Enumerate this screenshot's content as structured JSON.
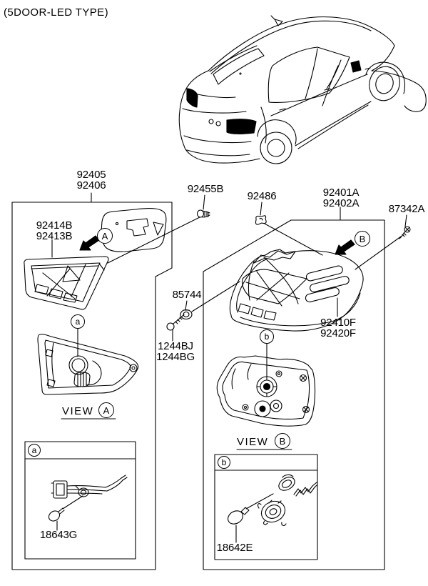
{
  "title": "(5DOOR-LED TYPE)",
  "parts": {
    "lamp_assy_inner": {
      "lines": [
        "92405",
        "92406"
      ]
    },
    "lamp_unit_inner": {
      "lines": [
        "92414B",
        "92413B"
      ]
    },
    "pad_92455b": "92455B",
    "grommet_92486": "92486",
    "lamp_assy_outer": {
      "lines": [
        "92401A",
        "92402A"
      ]
    },
    "nut_87342a": "87342A",
    "clip_85744": "85744",
    "screw_1244": {
      "lines": [
        "1244BJ",
        "1244BG"
      ]
    },
    "lamp_unit_outer": {
      "lines": [
        "92410F",
        "92420F"
      ]
    },
    "bulb_18643g": "18643G",
    "socket_18642e": "18642E"
  },
  "views": {
    "a": {
      "word": "VIEW",
      "letter": "A"
    },
    "b": {
      "word": "VIEW",
      "letter": "B"
    }
  },
  "markers": {
    "upper_a": "A",
    "upper_b": "B",
    "lower_a": "a",
    "lower_b": "b"
  },
  "colors": {
    "line": "#000000",
    "bg": "#ffffff",
    "lamp_fill": "#000000"
  }
}
